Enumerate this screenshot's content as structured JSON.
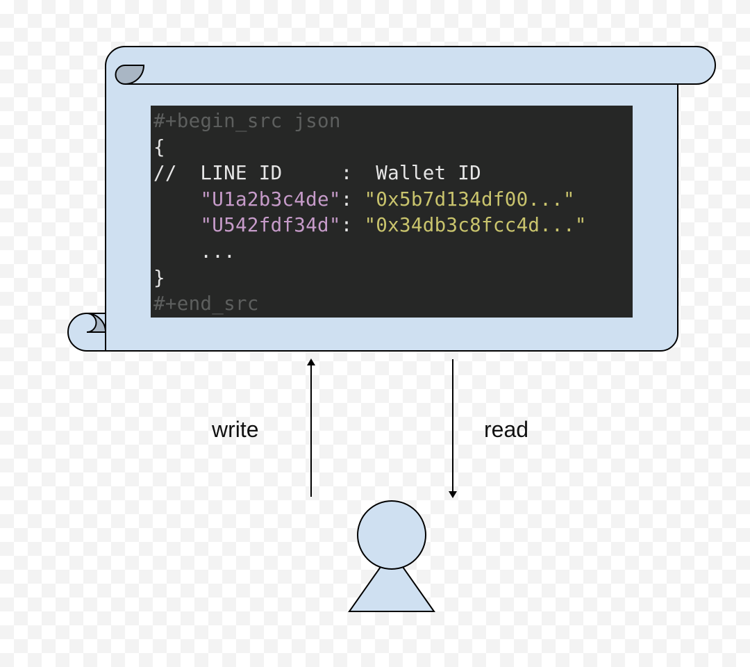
{
  "colors": {
    "scroll_fill": "#cfe0f1",
    "scroll_curl_fill": "#a9b6c4",
    "outline": "#000000",
    "code_background": "#262726",
    "code_meta": "#5d5f5e",
    "code_text": "#e6e6e6",
    "code_key": "#c69bc9",
    "code_string": "#c9c46d",
    "user_fill": "#cfe0f1"
  },
  "code": {
    "begin_line": "#+begin_src json",
    "open_brace": "{",
    "comment_slashes": "//",
    "comment_rest": "  LINE ID     :  Wallet ID",
    "entries": [
      {
        "indent": "    ",
        "key": "\"U1a2b3c4de\"",
        "separator": ": ",
        "value": "\"0x5b7d134df00...\""
      },
      {
        "indent": "    ",
        "key": "\"U542fdf34d\"",
        "separator": ": ",
        "value": "\"0x34db3c8fcc4d...\""
      }
    ],
    "ellipsis": "    ...",
    "close_brace": "}",
    "end_line": "#+end_src"
  },
  "edges": {
    "write_label": "write",
    "read_label": "read"
  },
  "icons": {
    "document": "scroll-icon",
    "actor": "user-icon"
  }
}
